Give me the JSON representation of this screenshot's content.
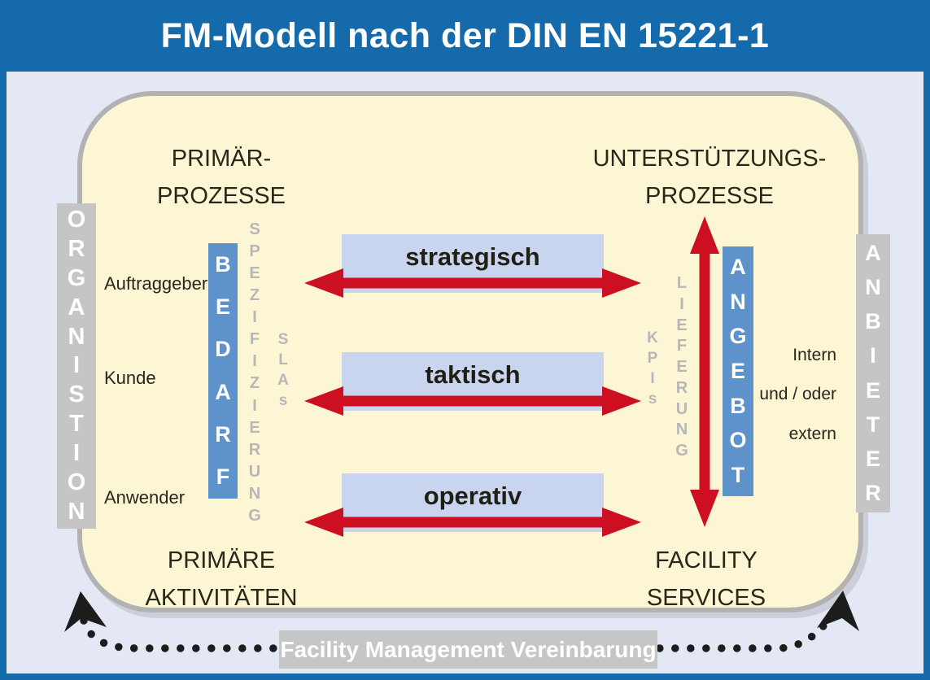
{
  "title": "FM-Modell nach der DIN EN 15221-1",
  "colors": {
    "frame_blue": "#156aab",
    "canvas_lavender": "#e4e8f4",
    "panel_cream": "#fcf6d5",
    "panel_border_gray": "#b2b2b2",
    "bar_gray": "#c5c5c5",
    "bar_blue": "#5e92cb",
    "level_box_blue": "#c9d4ee",
    "arrow_red": "#cd1021",
    "text_dark": "#27271a"
  },
  "process_headings": {
    "left_line1": "PRIMÄR-",
    "left_line2": "PROZESSE",
    "right_line1": "UNTERSTÜTZUNGS-",
    "right_line2": "PROZESSE"
  },
  "side_bars": {
    "left": "ORGANISTION",
    "right": "ANBIETER"
  },
  "roles": [
    "Auftraggeber",
    "Kunde",
    "Anwender"
  ],
  "demand_bar": "BEDARF",
  "supply_bar": "ANGEBOT",
  "vertical_words": {
    "spezifizierung": "SPEZIFIZIERUNG",
    "slas": "SLAs",
    "kpis": "KPIs",
    "lieferung": "LIEFERUNG"
  },
  "levels": [
    "strategisch",
    "taktisch",
    "operativ"
  ],
  "bottom_headings": {
    "left_line1": "PRIMÄRE",
    "left_line2": "AKTIVITÄTEN",
    "right_line1": "FACILITY",
    "right_line2": "SERVICES"
  },
  "provider_note": {
    "line1": "Intern",
    "line2": "und / oder",
    "line3": "extern"
  },
  "agreement_label": "Facility Management Vereinbarung"
}
